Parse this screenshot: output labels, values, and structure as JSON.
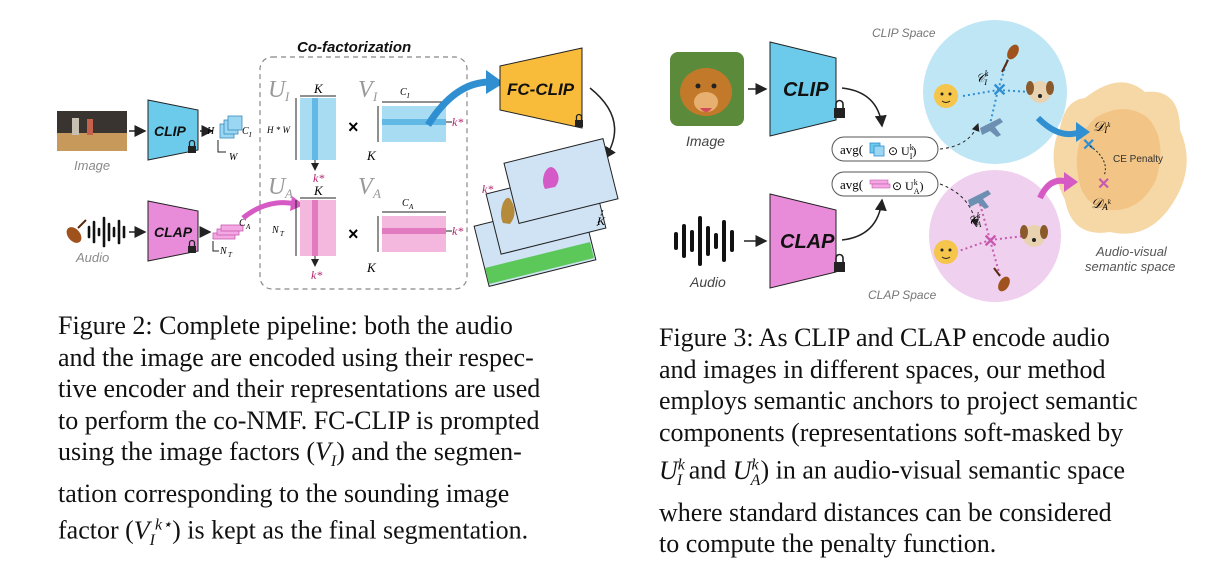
{
  "fig2": {
    "title": "Co-factorization",
    "image_label": "Image",
    "audio_label": "Audio",
    "clip_label": "CLIP",
    "clap_label": "CLAP",
    "fcclip_label": "FC-CLIP",
    "u_i": "U",
    "u_i_sub": "I",
    "v_i": "V",
    "v_i_sub": "I",
    "u_a": "U",
    "u_a_sub": "A",
    "v_a": "V",
    "v_a_sub": "A",
    "k": "K",
    "hw": "H * W",
    "h": "H",
    "w": "W",
    "ci": "C",
    "ci_sub": "I",
    "ca": "C",
    "ca_sub": "A",
    "nt": "N",
    "nt_sub": "T",
    "kstar": "k*",
    "times": "×",
    "caption": {
      "l1": "Figure 2: Complete pipeline: both the audio",
      "l2": "and the image are encoded using their respec-",
      "l3": "tive encoder and their representations are used",
      "l4": "to perform the co-NMF. FC-CLIP is prompted",
      "l5a": "using the image factors (",
      "l5b": ") and the segmen-",
      "l6": "tation corresponding to the sounding image",
      "l7a": "factor (",
      "l7b": ") is kept as the final segmentation."
    }
  },
  "fig3": {
    "image_label": "Image",
    "audio_label": "Audio",
    "clip_label": "CLIP",
    "clap_label": "CLAP",
    "clip_space": "CLIP Space",
    "clap_space": "CLAP Space",
    "avg": "avg(",
    "ce_penalty": "CE Penalty",
    "av_space_l1": "Audio-visual",
    "av_space_l2": "semantic space",
    "caption": {
      "l1": "Figure 3: As CLIP and CLAP encode audio",
      "l2": "and images in different spaces, our method",
      "l3": "employs semantic anchors to project semantic",
      "l4": "components (representations soft-masked by",
      "l5b": "and",
      "l5d": ") in an audio-visual semantic space",
      "l6": "where standard distances can be considered",
      "l7": "to compute the penalty function."
    }
  }
}
